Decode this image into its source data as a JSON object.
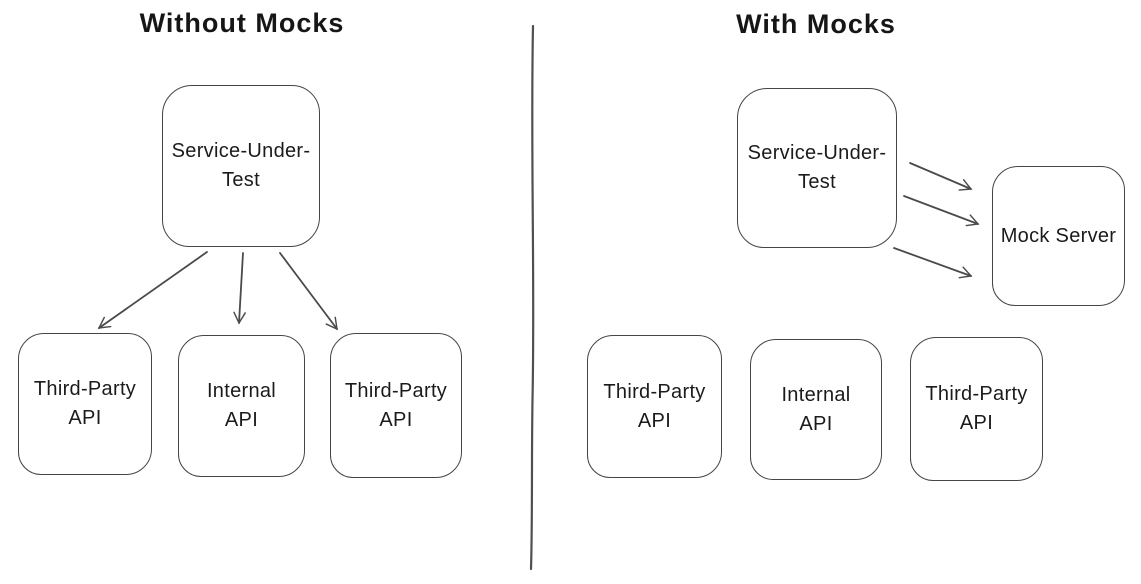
{
  "colors": {
    "background": "#ffffff",
    "stroke": "#454545",
    "text": "#1b1b1b"
  },
  "panels": {
    "left": {
      "title": "Without Mocks",
      "nodes": {
        "sut": {
          "label": "Service-Under-\nTest"
        },
        "api_left": {
          "label": "Third-Party\nAPI"
        },
        "api_mid": {
          "label": "Internal\nAPI"
        },
        "api_right": {
          "label": "Third-Party\nAPI"
        }
      },
      "edges": [
        {
          "from": "Service-Under-Test",
          "to": "Third-Party API (left)"
        },
        {
          "from": "Service-Under-Test",
          "to": "Internal API"
        },
        {
          "from": "Service-Under-Test",
          "to": "Third-Party API (right)"
        }
      ]
    },
    "right": {
      "title": "With Mocks",
      "nodes": {
        "sut": {
          "label": "Service-Under-\nTest"
        },
        "mock_server": {
          "label": "Mock Server"
        },
        "api_left": {
          "label": "Third-Party\nAPI"
        },
        "api_mid": {
          "label": "Internal\nAPI"
        },
        "api_right": {
          "label": "Third-Party\nAPI"
        }
      },
      "edges": [
        {
          "from": "Service-Under-Test",
          "to": "Mock Server"
        },
        {
          "from": "Service-Under-Test",
          "to": "Mock Server"
        },
        {
          "from": "Service-Under-Test",
          "to": "Mock Server"
        }
      ]
    }
  }
}
